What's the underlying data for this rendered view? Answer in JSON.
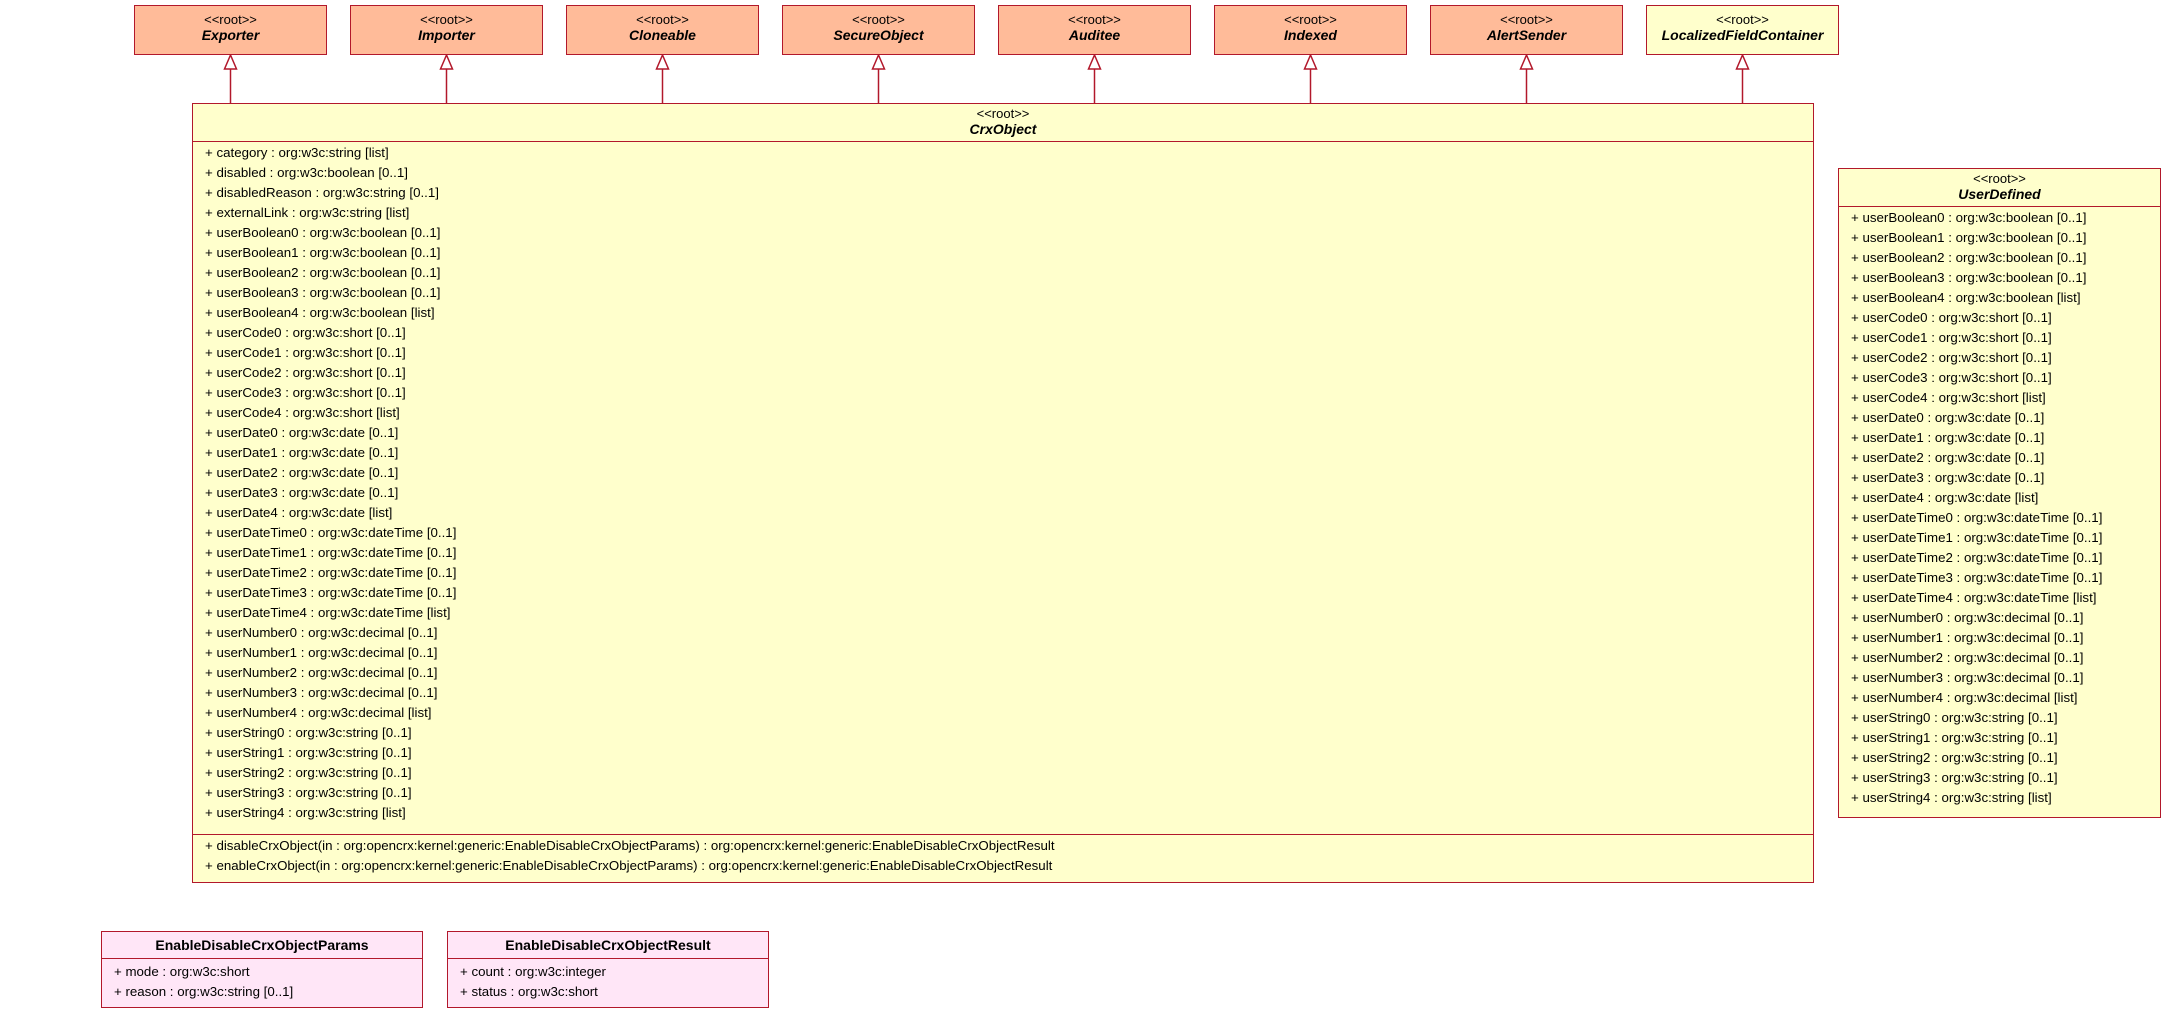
{
  "stereotype": "<<root>>",
  "parents": [
    {
      "name": "Exporter"
    },
    {
      "name": "Importer"
    },
    {
      "name": "Cloneable"
    },
    {
      "name": "SecureObject"
    },
    {
      "name": "Auditee"
    },
    {
      "name": "Indexed"
    },
    {
      "name": "AlertSender"
    },
    {
      "name": "LocalizedFieldContainer"
    }
  ],
  "crxobject": {
    "name": "CrxObject",
    "attributes": [
      "+ category : org:w3c:string [list]",
      "+ disabled : org:w3c:boolean [0..1]",
      "+ disabledReason : org:w3c:string [0..1]",
      "+ externalLink : org:w3c:string [list]",
      "+ userBoolean0 : org:w3c:boolean [0..1]",
      "+ userBoolean1 : org:w3c:boolean [0..1]",
      "+ userBoolean2 : org:w3c:boolean [0..1]",
      "+ userBoolean3 : org:w3c:boolean [0..1]",
      "+ userBoolean4 : org:w3c:boolean [list]",
      "+ userCode0 : org:w3c:short [0..1]",
      "+ userCode1 : org:w3c:short [0..1]",
      "+ userCode2 : org:w3c:short [0..1]",
      "+ userCode3 : org:w3c:short [0..1]",
      "+ userCode4 : org:w3c:short [list]",
      "+ userDate0 : org:w3c:date [0..1]",
      "+ userDate1 : org:w3c:date [0..1]",
      "+ userDate2 : org:w3c:date [0..1]",
      "+ userDate3 : org:w3c:date [0..1]",
      "+ userDate4 : org:w3c:date [list]",
      "+ userDateTime0 : org:w3c:dateTime [0..1]",
      "+ userDateTime1 : org:w3c:dateTime [0..1]",
      "+ userDateTime2 : org:w3c:dateTime [0..1]",
      "+ userDateTime3 : org:w3c:dateTime [0..1]",
      "+ userDateTime4 : org:w3c:dateTime [list]",
      "+ userNumber0 : org:w3c:decimal [0..1]",
      "+ userNumber1 : org:w3c:decimal [0..1]",
      "+ userNumber2 : org:w3c:decimal [0..1]",
      "+ userNumber3 : org:w3c:decimal [0..1]",
      "+ userNumber4 : org:w3c:decimal [list]",
      "+ userString0 : org:w3c:string [0..1]",
      "+ userString1 : org:w3c:string [0..1]",
      "+ userString2 : org:w3c:string [0..1]",
      "+ userString3 : org:w3c:string [0..1]",
      "+ userString4 : org:w3c:string [list]"
    ],
    "operations": [
      "+ disableCrxObject(in : org:opencrx:kernel:generic:EnableDisableCrxObjectParams) : org:opencrx:kernel:generic:EnableDisableCrxObjectResult",
      "+ enableCrxObject(in : org:opencrx:kernel:generic:EnableDisableCrxObjectParams) : org:opencrx:kernel:generic:EnableDisableCrxObjectResult"
    ]
  },
  "userdefined": {
    "name": "UserDefined",
    "attributes": [
      "+ userBoolean0 : org:w3c:boolean [0..1]",
      "+ userBoolean1 : org:w3c:boolean [0..1]",
      "+ userBoolean2 : org:w3c:boolean [0..1]",
      "+ userBoolean3 : org:w3c:boolean [0..1]",
      "+ userBoolean4 : org:w3c:boolean [list]",
      "+ userCode0 : org:w3c:short [0..1]",
      "+ userCode1 : org:w3c:short [0..1]",
      "+ userCode2 : org:w3c:short [0..1]",
      "+ userCode3 : org:w3c:short [0..1]",
      "+ userCode4 : org:w3c:short [list]",
      "+ userDate0 : org:w3c:date [0..1]",
      "+ userDate1 : org:w3c:date [0..1]",
      "+ userDate2 : org:w3c:date [0..1]",
      "+ userDate3 : org:w3c:date [0..1]",
      "+ userDate4 : org:w3c:date [list]",
      "+ userDateTime0 : org:w3c:dateTime [0..1]",
      "+ userDateTime1 : org:w3c:dateTime [0..1]",
      "+ userDateTime2 : org:w3c:dateTime [0..1]",
      "+ userDateTime3 : org:w3c:dateTime [0..1]",
      "+ userDateTime4 : org:w3c:dateTime [list]",
      "+ userNumber0 : org:w3c:decimal [0..1]",
      "+ userNumber1 : org:w3c:decimal [0..1]",
      "+ userNumber2 : org:w3c:decimal [0..1]",
      "+ userNumber3 : org:w3c:decimal [0..1]",
      "+ userNumber4 : org:w3c:decimal [list]",
      "+ userString0 : org:w3c:string [0..1]",
      "+ userString1 : org:w3c:string [0..1]",
      "+ userString2 : org:w3c:string [0..1]",
      "+ userString3 : org:w3c:string [0..1]",
      "+ userString4 : org:w3c:string [list]"
    ]
  },
  "params": {
    "name": "EnableDisableCrxObjectParams",
    "attributes": [
      "+ mode : org:w3c:short",
      "+ reason : org:w3c:string [0..1]"
    ]
  },
  "result": {
    "name": "EnableDisableCrxObjectResult",
    "attributes": [
      "+ count : org:w3c:integer",
      "+ status : org:w3c:short"
    ]
  }
}
